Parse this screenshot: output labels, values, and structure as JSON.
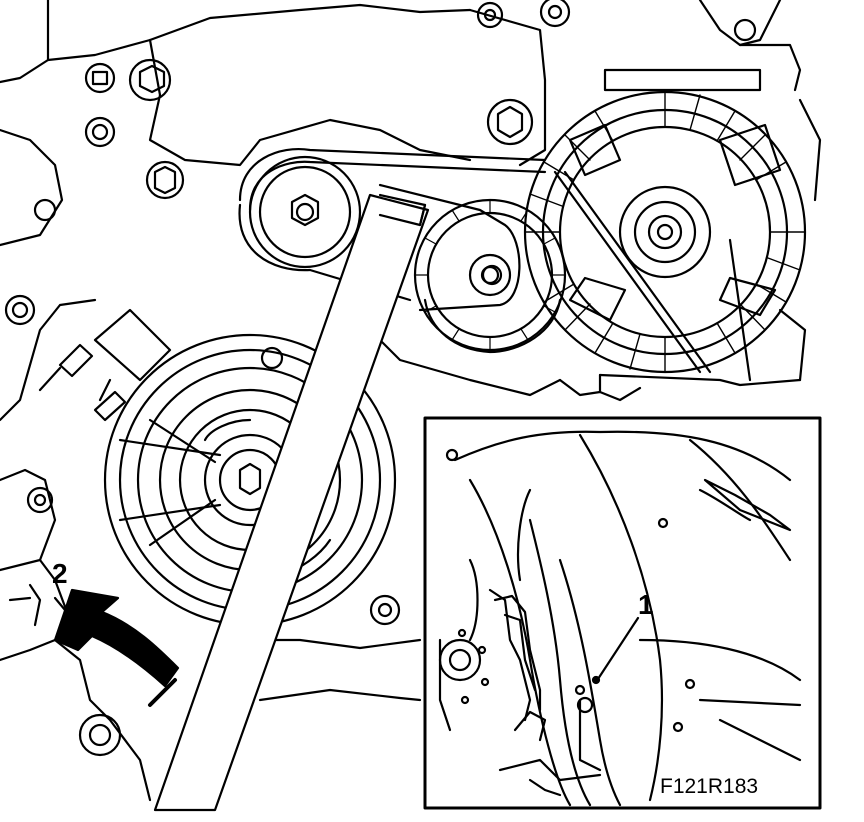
{
  "figure": {
    "id": "F121R183",
    "callouts": {
      "one": "1",
      "two": "2"
    },
    "line_color": "#000000",
    "background_color": "#ffffff"
  }
}
